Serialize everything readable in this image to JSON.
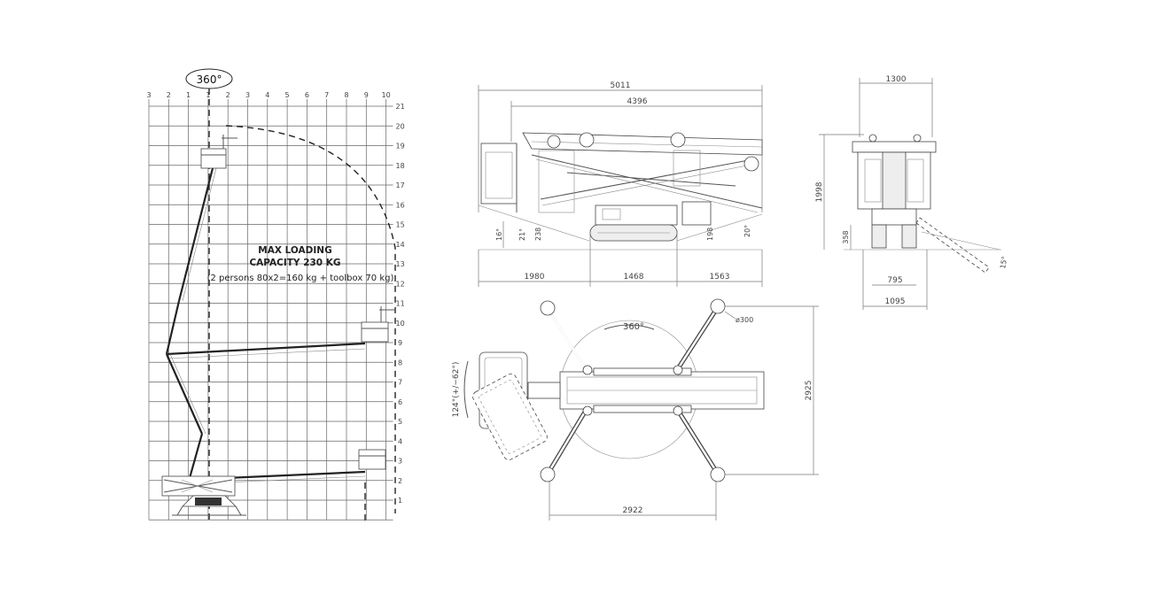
{
  "rotation_label": "360°",
  "grid": {
    "x_labels": [
      "3",
      "2",
      "1",
      "1",
      "2",
      "3",
      "4",
      "5",
      "6",
      "7",
      "8",
      "9",
      "10"
    ],
    "y_labels": [
      "21",
      "20",
      "19",
      "18",
      "17",
      "16",
      "15",
      "14",
      "13",
      "12",
      "11",
      "10",
      "9",
      "8",
      "7",
      "6",
      "5",
      "4",
      "3",
      "2",
      "1"
    ]
  },
  "loading": {
    "line1": "MAX LOADING",
    "line2": "CAPACITY 230 KG",
    "line3": "(2 persons 80x2=160 kg + toolbox 70 kg)"
  },
  "side_view": {
    "overall_length": "5011",
    "boom_length": "4396",
    "seg_front": "1980",
    "seg_track": "1468",
    "seg_rear": "1563",
    "angle_front": "16°",
    "dim_21": "21°",
    "dim_238": "238",
    "dim_198": "198",
    "angle_rear": "20°"
  },
  "front_view": {
    "width_top": "1300",
    "height": "1998",
    "clearance": "358",
    "inner_width": "795",
    "track_width": "1095",
    "tilt_angle": "15°"
  },
  "top_view": {
    "rotation": "360°",
    "pad_diameter": "ø300",
    "basket_rotation": "124°(+/−62°)",
    "outrigger_width": "2922",
    "outrigger_depth": "2925"
  }
}
